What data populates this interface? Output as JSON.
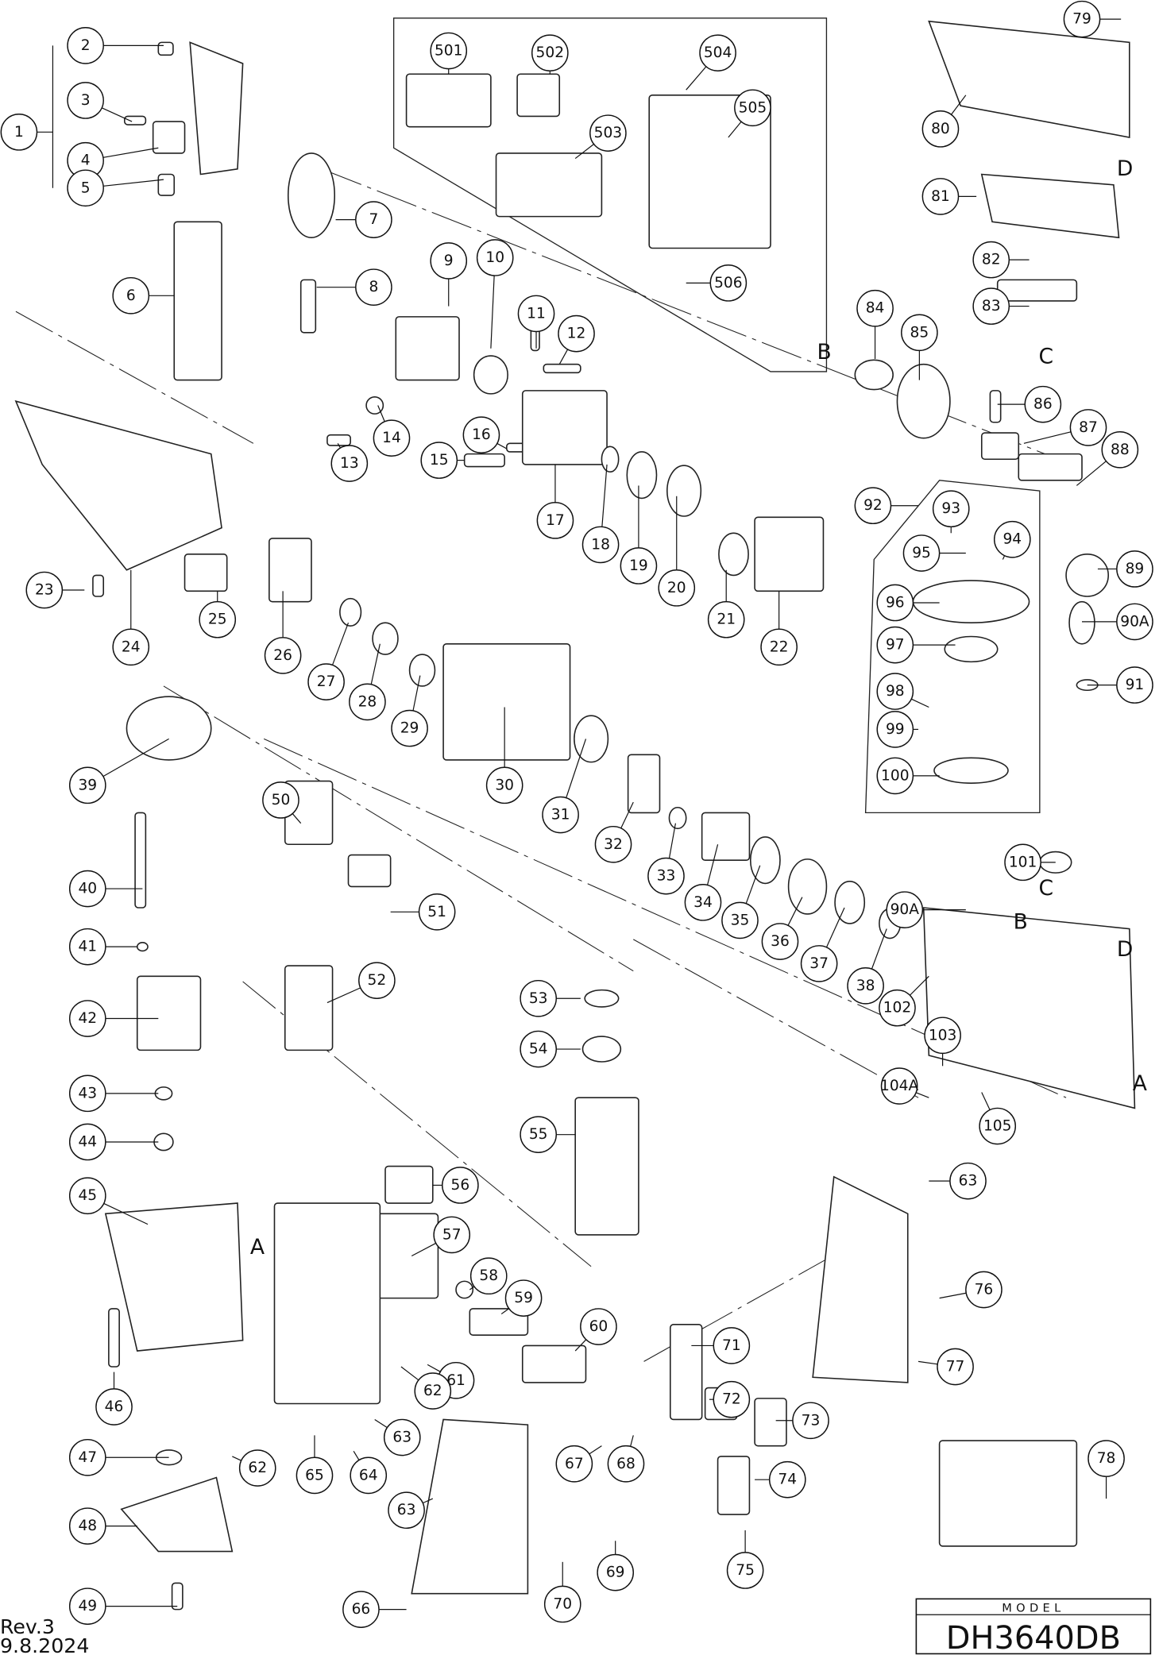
{
  "diagram": {
    "type": "exploded parts diagram",
    "callouts": [
      "1",
      "2",
      "3",
      "4",
      "5",
      "6",
      "7",
      "8",
      "9",
      "10",
      "11",
      "12",
      "13",
      "14",
      "15",
      "16",
      "17",
      "18",
      "19",
      "20",
      "21",
      "22",
      "23",
      "24",
      "25",
      "26",
      "27",
      "28",
      "29",
      "30",
      "31",
      "32",
      "33",
      "34",
      "35",
      "36",
      "37",
      "38",
      "39",
      "40",
      "41",
      "42",
      "43",
      "44",
      "45",
      "46",
      "47",
      "48",
      "49",
      "50",
      "51",
      "52",
      "53",
      "54",
      "55",
      "56",
      "57",
      "58",
      "59",
      "60",
      "61",
      "62",
      "62",
      "63",
      "63",
      "63",
      "64",
      "65",
      "66",
      "67",
      "68",
      "69",
      "70",
      "71",
      "72",
      "73",
      "74",
      "75",
      "76",
      "77",
      "78",
      "79",
      "80",
      "81",
      "82",
      "83",
      "84",
      "85",
      "86",
      "87",
      "88",
      "89",
      "90A",
      "90A",
      "91",
      "92",
      "93",
      "94",
      "95",
      "96",
      "97",
      "98",
      "99",
      "100",
      "101",
      "102",
      "103",
      "104A",
      "105",
      "501",
      "502",
      "503",
      "504",
      "505",
      "506"
    ],
    "reference_letters": [
      "B",
      "C",
      "C",
      "B",
      "D",
      "D",
      "A",
      "A"
    ]
  },
  "footer": {
    "revision": "Rev.3",
    "date": "9.8.2024"
  },
  "model_box": {
    "label": "MODEL",
    "model": "DH3640DB"
  }
}
